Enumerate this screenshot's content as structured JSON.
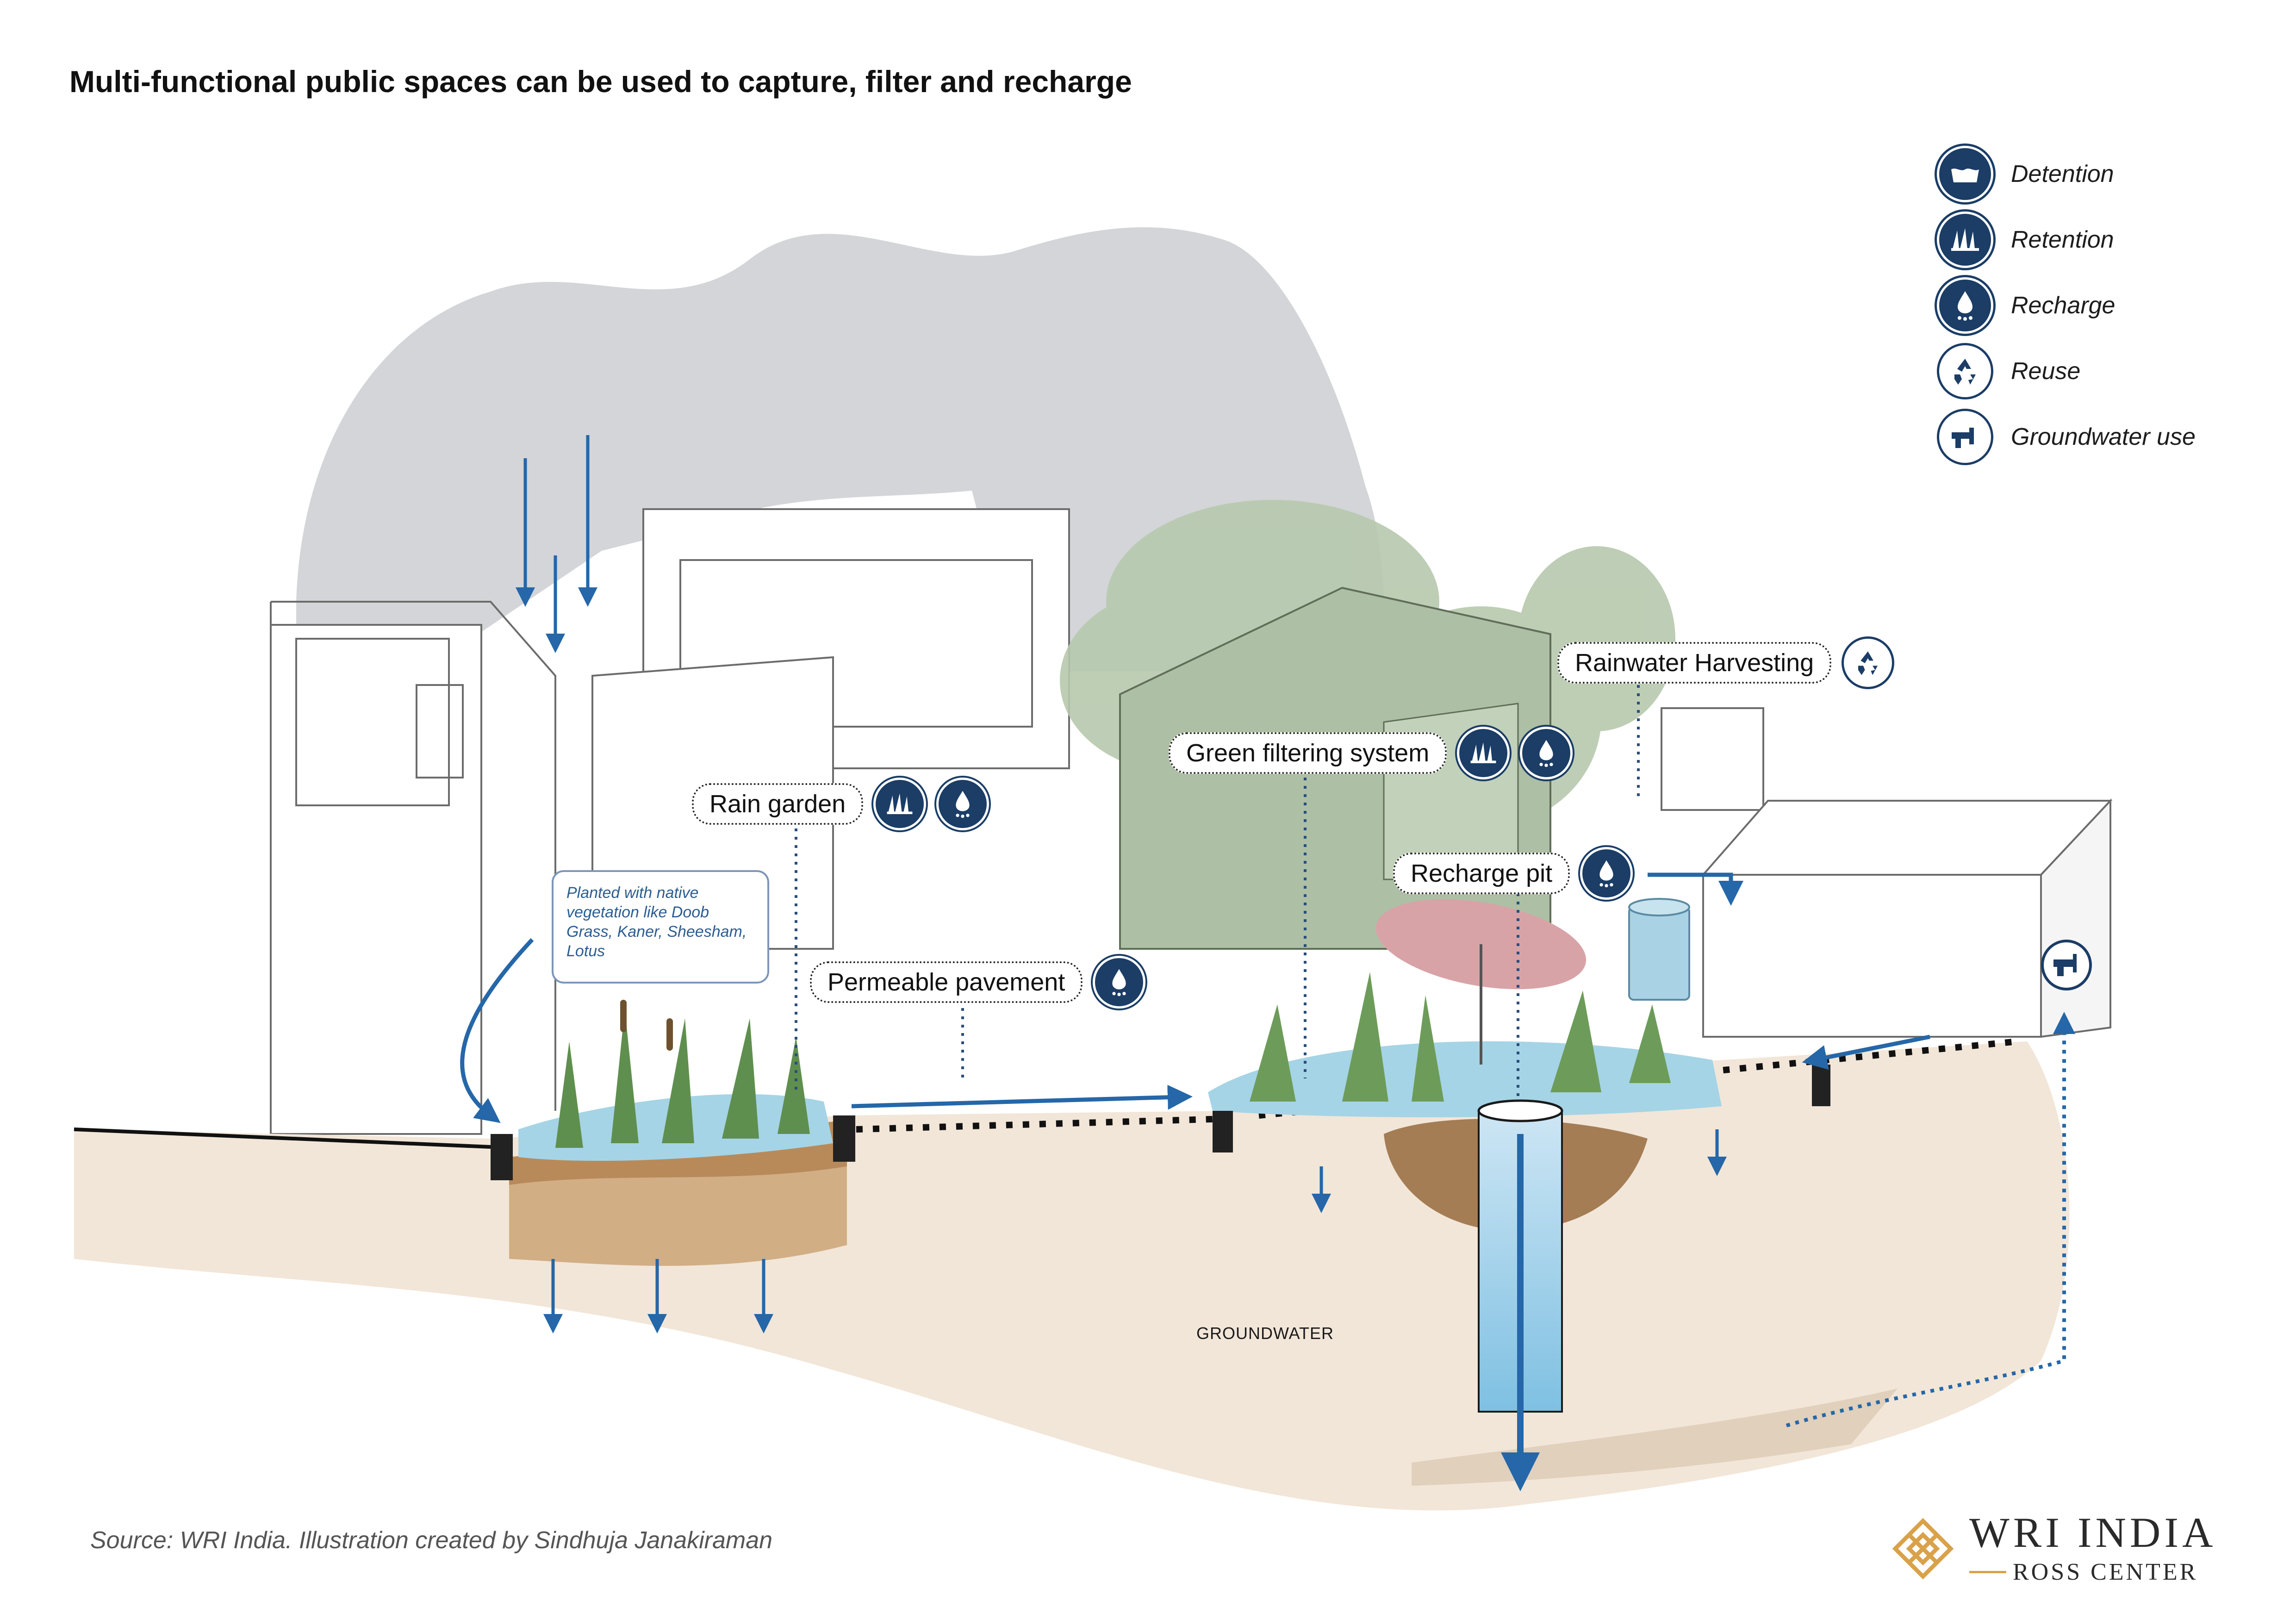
{
  "title": "Multi-functional public spaces can be used to capture, filter and recharge",
  "legend": [
    {
      "icon": "detention-icon",
      "label": "Detention"
    },
    {
      "icon": "retention-icon",
      "label": "Retention"
    },
    {
      "icon": "recharge-icon",
      "label": "Recharge"
    },
    {
      "icon": "reuse-icon",
      "label": "Reuse"
    },
    {
      "icon": "groundwater-use-icon",
      "label": "Groundwater use"
    }
  ],
  "callouts": {
    "rain_garden": "Rain garden",
    "permeable_pavement": "Permeable pavement",
    "green_filtering": "Green filtering system",
    "rainwater_harvesting": "Rainwater Harvesting",
    "recharge_pit": "Recharge pit"
  },
  "note": "Planted with native vegetation like Doob Grass, Kaner, Sheesham, Lotus",
  "groundwater_label": "GROUNDWATER",
  "source": "Source: WRI India. Illustration created by Sindhuja Janakiraman",
  "logo": {
    "main": "WRI INDIA",
    "sub": "ROSS CENTER"
  },
  "colors": {
    "navy": "#1b3d66",
    "water_blue": "#2567a8",
    "sky_grey": "#d3d5d8",
    "soil": "#f0e4d6",
    "logo_gold": "#d9a24a"
  }
}
